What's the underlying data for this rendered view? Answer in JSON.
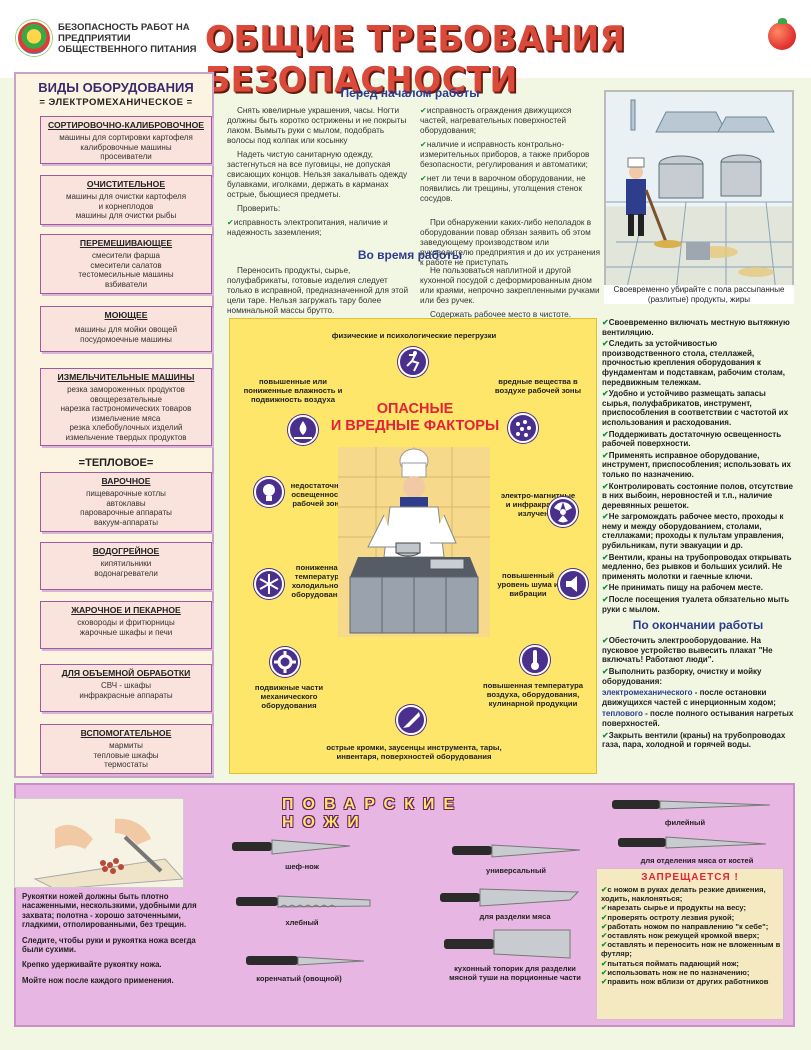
{
  "header": {
    "org": "БЕЗОПАСНОСТЬ РАБОТ НА ПРЕДПРИЯТИИ ОБЩЕСТВЕННОГО ПИТАНИЯ",
    "title": "ОБЩИЕ ТРЕБОВАНИЯ БЕЗОПАСНОСТИ"
  },
  "equipment": {
    "title": "ВИДЫ ОБОРУДОВАНИЯ",
    "electro_label": "= ЭЛЕКТРОМЕХАНИЧЕСКОЕ =",
    "thermal_label": "=ТЕПЛОВОЕ=",
    "electro": [
      {
        "title": "СОРТИРОВОЧНО-КАЛИБРОВОЧНОЕ",
        "items": [
          "машины для сортировки картофеля",
          "калибровочные машины",
          "просеиватели"
        ]
      },
      {
        "title": "ОЧИСТИТЕЛЬНОЕ",
        "items": [
          "машины для очистки картофеля",
          "и корнеплодов",
          "машины для очистки рыбы"
        ]
      },
      {
        "title": "ПЕРЕМЕШИВАЮЩЕЕ",
        "items": [
          "смесители фарша",
          "смесители салатов",
          "тестомесильные машины",
          "взбиватели"
        ]
      },
      {
        "title": "МОЮЩЕЕ",
        "items": [
          "машины для мойки овощей",
          "посудомоечные машины"
        ]
      },
      {
        "title": "ИЗМЕЛЬЧИТЕЛЬНЫЕ МАШИНЫ",
        "items": [
          "резка замороженных продуктов",
          "овощерезательные",
          "нарезка гастрономических товаров",
          "измельчение мяса",
          "резка хлебобулочных изделий",
          "измельчение твердых продуктов"
        ]
      }
    ],
    "thermal": [
      {
        "title": "ВАРОЧНОЕ",
        "items": [
          "пищеварочные котлы",
          "автоклавы",
          "пароварочные аппараты",
          "вакуум-аппараты"
        ]
      },
      {
        "title": "ВОДОГРЕЙНОЕ",
        "items": [
          "кипятильники",
          "водонагреватели"
        ]
      },
      {
        "title": "ЖАРОЧНОЕ И ПЕКАРНОЕ",
        "items": [
          "сковороды и фритюрницы",
          "жарочные шкафы и печи"
        ]
      },
      {
        "title": "ДЛЯ ОБЪЕМНОЙ ОБРАБОТКИ",
        "items": [
          "СВЧ - шкафы",
          "инфракрасные аппараты"
        ]
      },
      {
        "title": "ВСПОМОГАТЕЛЬНОЕ",
        "items": [
          "мармиты",
          "тепловые шкафы",
          "термостаты"
        ]
      }
    ]
  },
  "before_work": {
    "title": "Перед началом работы",
    "left": [
      "Снять ювелирные украшения, часы. Ногти должны быть коротко острижены и не покрыты лаком. Вымыть руки с мылом, подобрать волосы под колпак или косынку",
      "Надеть чистую санитарную одежду, застегнуться на все пуговицы, не допуская свисающих концов. Нельзя закалывать одежду булавками, иголками, держать в карманах острые, бьющиеся предметы.",
      "Проверить:",
      "исправность электропитания, наличие и надежность заземления;"
    ],
    "right": [
      "исправность ограждения движущихся частей, нагревательных поверхностей оборудования;",
      "наличие и исправность контрольно-измерительных приборов, а также приборов безопасности, регулирования и автоматики;",
      "нет ли течи в варочном оборудовании, не появились ли трещины, утолщения стенок сосудов.",
      "При обнаружении каких-либо неполадок в оборудовании повар обязан заявить об этом заведующему производством или руководителю предприятия и до их устранения к работе не приступать"
    ]
  },
  "during_work": {
    "title": "Во время работы",
    "left": "Переносить продукты, сырье, полуфабрикаты, готовые изделия следует только в исправной, предназначенной для этой цели таре. Нельзя загружать тару более номинальной массы брутто.",
    "right": [
      "Не пользоваться наплитной и другой кухонной посудой с деформированным дном или краями, непрочно закрепленными ручками или без ручек.",
      "Содержать рабочее место в чистоте."
    ]
  },
  "kitchen_caption": "Своевременно убирайте с пола рассыпанные (разлитые) продукты, жиры",
  "hazards": {
    "title_line1": "ОПАСНЫЕ",
    "title_line2": "И ВРЕДНЫЕ ФАКТОРЫ",
    "top": "физические и психологические перегрузки",
    "humidity": "повышенные или пониженные влажность и подвижность воздуха",
    "harmful": "вредные вещества в воздухе рабочей зоны",
    "light": "недостаточная освещенность рабочей зоны",
    "emf": "электро-магнитные и инфракрасные излучения",
    "cold": "пониженная температура холодильного оборудования",
    "noise": "повышенный уровень шума и вибрации",
    "moving": "подвижные части механического оборудования",
    "heat": "повышенная температура воздуха, оборудования, кулинарной продукции",
    "sharp": "острые кромки, заусенцы инструмента, тары, инвентаря, поверхностей оборудования"
  },
  "during_list": [
    "Своевременно включать местную вытяжную вентиляцию.",
    "Следить за устойчивостью производственного стола, стеллажей, прочностью крепления оборудования к фундаментам и подставкам, рабочим столам, передвижным тележкам.",
    "Удобно и устойчиво размещать запасы сырья, полуфабрикатов, инструмент, приспособления в соответствии с частотой их использования и расходования.",
    "Поддерживать достаточную освещенность рабочей поверхности.",
    "Применять исправное оборудование, инструмент, приспособления; использовать их только по назначению.",
    "Контролировать состояние полов, отсутствие в них выбоин, неровностей и т.п., наличие деревянных решеток.",
    "Не загромождать рабочее место, проходы к нему и между оборудованием, столами, стеллажами; проходы к пультам управления, рубильникам, пути эвакуации и др.",
    "Вентили, краны на трубопроводах открывать медленно, без рывков и больших усилий. Не применять молотки и гаечные ключи.",
    "Не принимать пищу на рабочем месте.",
    "После посещения туалета обязательно мыть руки с мылом."
  ],
  "after_work": {
    "title": "По окончании работы",
    "items": [
      "Обесточить электрооборудование. На пусковое устройство вывесить плакат \"Не включать! Работают люди\".",
      "Выполнить разборку, очистку и мойку оборудования:"
    ],
    "electro_word": "электромеханического",
    "electro_rest": " - после остановки движущихся частей с инерционным ходом;",
    "thermal_word": "теплового",
    "thermal_rest": " - после полного остывания нагретых поверхностей.",
    "last": "Закрыть вентили (краны) на трубопроводах газа, пара, холодной и горячей воды."
  },
  "knives": {
    "title": "ПОВАРСКИЕ НОЖИ",
    "left_text": [
      "Рукоятки ножей должны быть плотно насаженными, нескользкими, удобными для захвата; полотна - хорошо заточенными, гладкими, отполированными, без трещин.",
      "Следите, чтобы руки и рукоятка ножа всегда были сухими.",
      "Крепко удерживайте рукоятку ножа.",
      "Мойте нож после каждого применения."
    ],
    "labels": {
      "chef": "шеф-нож",
      "universal": "универсальный",
      "fillet": "филейный",
      "meat_bone": "для отделения мяса от костей",
      "bread": "хлебный",
      "meat_cut": "для разделки мяса",
      "vegetable": "коренчатый (овощной)",
      "cleaver": "кухонный топорик для разделки мясной туши на порционные части"
    },
    "forbidden_title": "ЗАПРЕЩАЕТСЯ !",
    "forbidden": [
      "с ножом в руках делать резкие движения, ходить, наклоняться;",
      "нарезать сырье и продукты на весу;",
      "проверять остроту лезвия рукой;",
      "работать ножом по направлению \"к себе\";",
      "оставлять нож режущей кромкой вверх;",
      "оставлять и переносить нож не вложенным в футляр;",
      "пытаться поймать падающий нож;",
      "использовать нож не по назначению;",
      "править нож вблизи от других работников"
    ]
  },
  "colors": {
    "accent": "#d94a3a",
    "navy": "#2c3c8e",
    "yellow": "#fde66a",
    "pink": "#e7b6e2",
    "green": "#1b8e3a"
  }
}
